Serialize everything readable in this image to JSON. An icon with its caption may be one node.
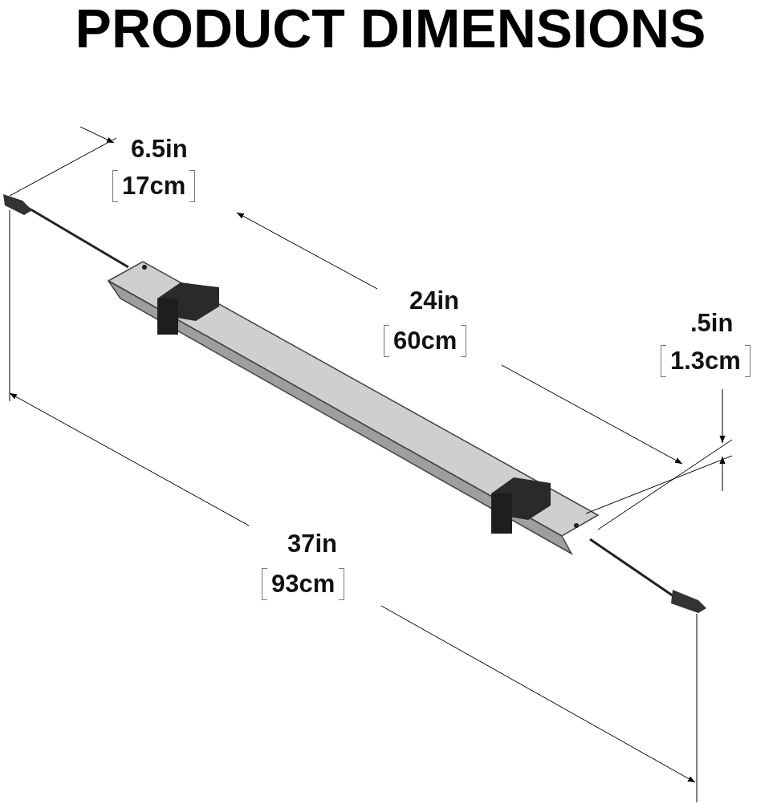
{
  "diagram": {
    "title": "PRODUCT DIMENSIONS",
    "labels": [
      "6.5in",
      "17cm",
      "24in",
      "60cm",
      ".5in",
      "1.3cm",
      "37in",
      "93cm"
    ]
  }
}
